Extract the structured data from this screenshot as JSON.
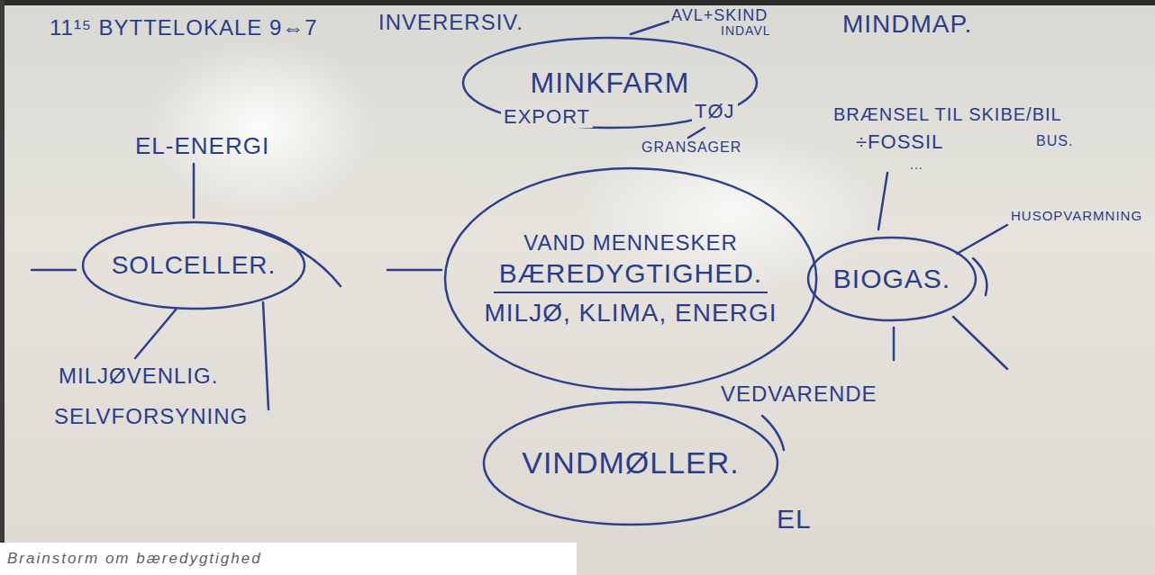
{
  "diagram": {
    "caption": "Brainstorm om bæredygtighed",
    "nodes": [
      {
        "text": [
          "MINKFARM"
        ]
      },
      {
        "text": [
          "VAND MENNESKER",
          "BÆREDYGTIGHED.",
          "MILJØ, KLIMA, ENERGI"
        ]
      },
      {
        "text": [
          "SOLCELLER."
        ]
      },
      {
        "text": [
          "BIOGAS."
        ]
      },
      {
        "text": [
          "VINDMØLLER."
        ]
      }
    ],
    "labels": [
      "11¹⁵ BYTTELOKALE 9⇔7",
      "INVERERSIV.",
      "AVL+SKIND",
      "INDAVL",
      "MINDMAP.",
      "EXPORT",
      "TØJ",
      "GRANSAGER",
      "BRÆNSEL TIL SKIBE/BIL",
      "BUS.",
      "÷FOSSIL",
      "...",
      "EL-ENERGI",
      "HUSOPVARMNING",
      "MILJØVENLIG.",
      "SELVFORSYNING",
      "VEDVARENDE",
      "EL"
    ]
  }
}
